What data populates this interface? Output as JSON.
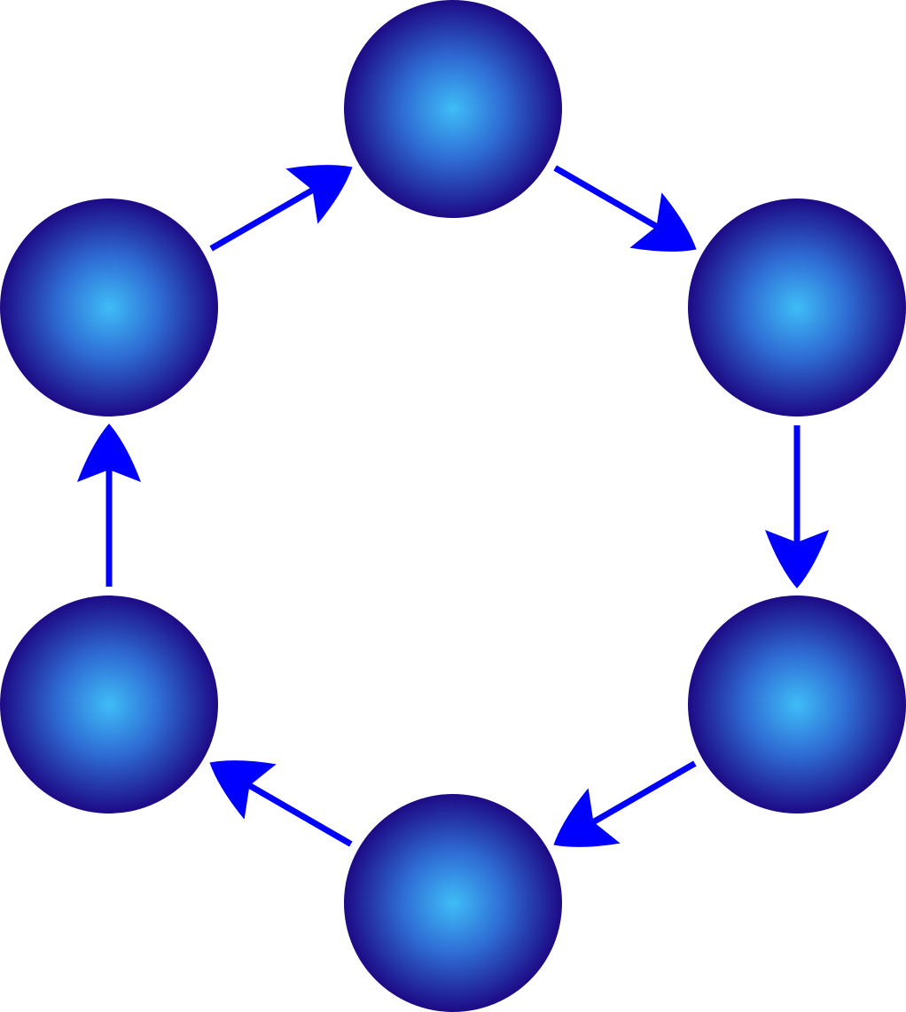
{
  "diagram": {
    "type": "cycle",
    "node_count": 6,
    "direction": "clockwise",
    "colors": {
      "node_center": "#3fbdf7",
      "node_edge": "#1d0a85",
      "arrow": "#0000ff",
      "background": "#ffffff"
    },
    "nodes": [
      {
        "id": "node-top",
        "label": ""
      },
      {
        "id": "node-upper-right",
        "label": ""
      },
      {
        "id": "node-lower-right",
        "label": ""
      },
      {
        "id": "node-bottom",
        "label": ""
      },
      {
        "id": "node-lower-left",
        "label": ""
      },
      {
        "id": "node-upper-left",
        "label": ""
      }
    ],
    "edges": [
      {
        "from": "node-top",
        "to": "node-upper-right"
      },
      {
        "from": "node-upper-right",
        "to": "node-lower-right"
      },
      {
        "from": "node-lower-right",
        "to": "node-bottom"
      },
      {
        "from": "node-bottom",
        "to": "node-lower-left"
      },
      {
        "from": "node-lower-left",
        "to": "node-upper-left"
      },
      {
        "from": "node-upper-left",
        "to": "node-top"
      }
    ]
  }
}
